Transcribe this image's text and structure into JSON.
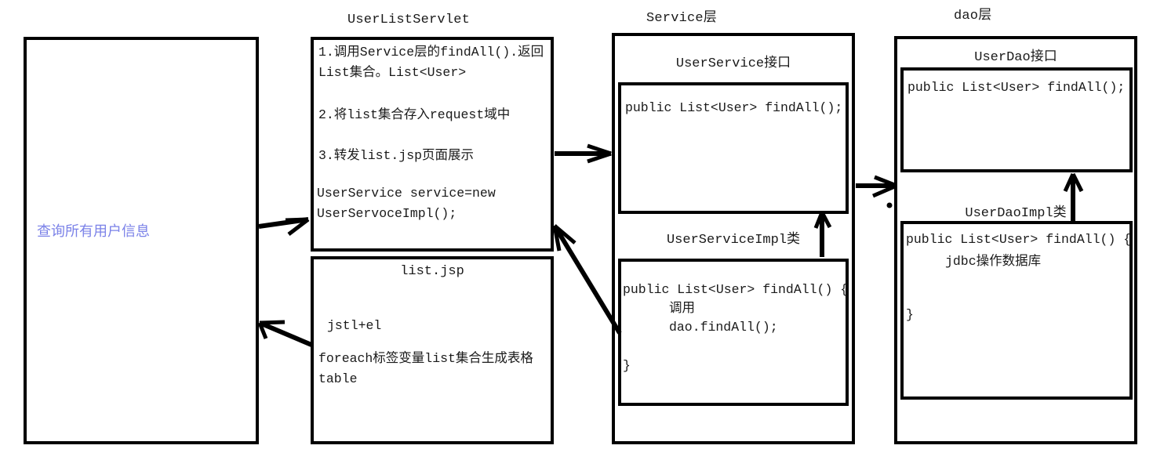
{
  "diagram": {
    "title": "UserListServlet three-layer architecture flow",
    "columns": [
      {
        "id": "request",
        "header": "",
        "note": "查询所有用户信息"
      },
      {
        "id": "servlet",
        "header": "UserListServlet",
        "steps": [
          "1.调用Service层的findAll().返回List集合。List<User>",
          "2.将list集合存入request域中",
          "3.转发list.jsp页面展示",
          "UserService service=new UserServoceImpl();"
        ],
        "jsp": {
          "title": "list.jsp",
          "line1": "jstl+el",
          "line2": "foreach标签变量list集合生成表格table"
        }
      },
      {
        "id": "service",
        "header": "Service层",
        "interface": {
          "title": "UserService接口",
          "code": "public List<User> findAll();"
        },
        "impl": {
          "title": "UserServiceImpl类",
          "code_line1": "public List<User> findAll() {",
          "code_line2": "调用",
          "code_line3": "dao.findAll();",
          "code_line4": "}"
        }
      },
      {
        "id": "dao",
        "header": "dao层",
        "interface": {
          "title": "UserDao接口",
          "code": "public List<User> findAll();"
        },
        "impl": {
          "title": "UserDaoImpl类",
          "code_line1": "public List<User> findAll() {",
          "code_line2": "jdbc操作数据库",
          "code_line3": "}"
        }
      }
    ],
    "colors": {
      "stroke": "#000000",
      "text": "#1a1a1a",
      "note_accent": "#7b82e8",
      "background": "#ffffff"
    }
  }
}
